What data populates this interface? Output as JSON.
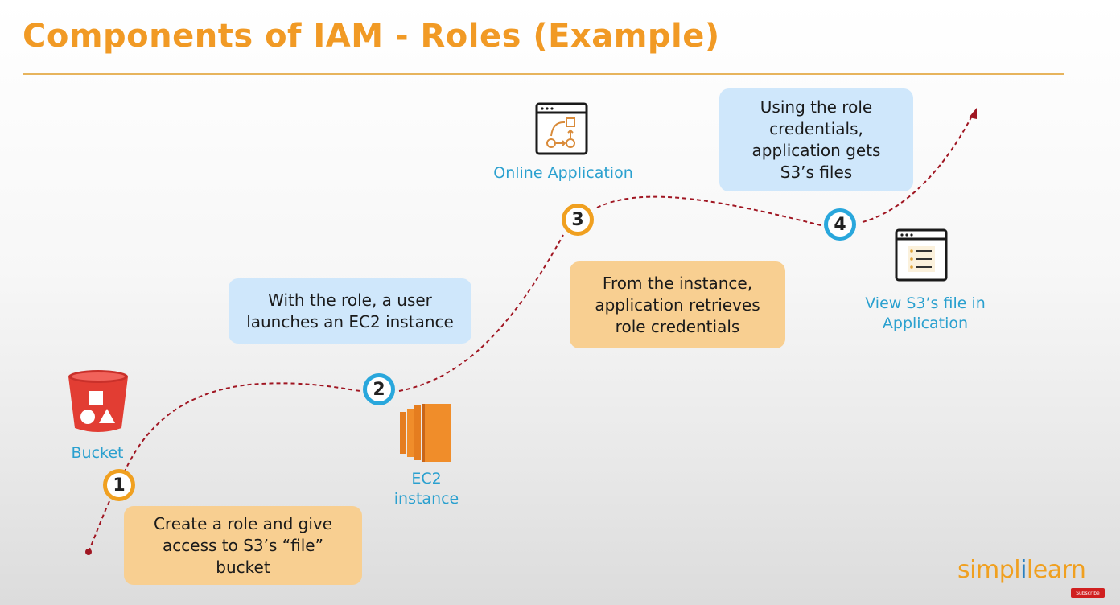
{
  "title": "Components of IAM - Roles (Example)",
  "steps": {
    "s1": "1",
    "s2": "2",
    "s3": "3",
    "s4": "4"
  },
  "labels": {
    "bucket": "Bucket",
    "ec2": "EC2\ninstance",
    "online_app": "Online Application",
    "view_s3": "View S3’s file in\nApplication"
  },
  "boxes": {
    "create_role": "Create a role and give\naccess to S3’s “file”\nbucket",
    "launch_ec2": "With the role, a user\nlaunches an EC2 instance",
    "retrieve_creds": "From the instance,\napplication retrieves\nrole credentials",
    "get_files": "Using the role\ncredentials,\napplication gets\nS3’s files"
  },
  "logo": {
    "part1": "simpl",
    "sep": "i",
    "part2": "learn"
  },
  "youtube_badge": "Subscribe",
  "colors": {
    "title": "#f19a25",
    "label": "#2aa0cf",
    "blue_box": "#cfe7fb",
    "tan_box": "#f8cf91",
    "path": "#a01622"
  },
  "icons": [
    "s3-bucket-icon",
    "ec2-instance-icon",
    "online-application-icon",
    "view-file-icon",
    "arrow-head-icon"
  ]
}
